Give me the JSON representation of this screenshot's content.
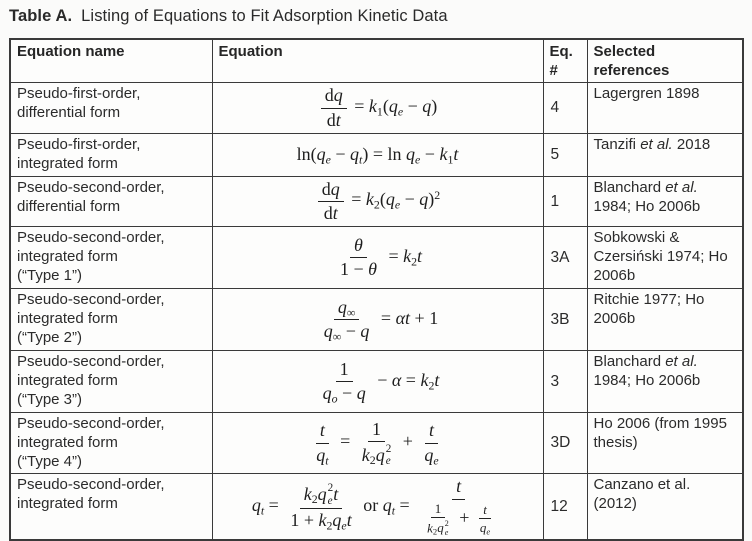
{
  "colors": {
    "text": "#2b2b2b",
    "border": "#3a3a3a",
    "background": "#fbfbfa"
  },
  "caption": {
    "label": "Table A.",
    "text": "Listing of Equations to Fit Adsorption Kinetic Data"
  },
  "table": {
    "headers": [
      [
        "Equation name"
      ],
      [
        "Equation"
      ],
      [
        "Eq.",
        "#"
      ],
      [
        "Selected",
        "references"
      ]
    ],
    "rows": [
      {
        "name_lines": [
          "Pseudo-first-order,",
          "differential form"
        ],
        "eq_num": "4",
        "references": [
          {
            "s": "Lagergren 1898"
          }
        ],
        "equation": [
          {
            "t": "frac",
            "n": [
              {
                "t": "r",
                "s": "d"
              },
              {
                "t": "i",
                "s": "q"
              }
            ],
            "d": [
              {
                "t": "r",
                "s": "d"
              },
              {
                "t": "i",
                "s": "t"
              }
            ]
          },
          {
            "t": "r",
            "s": " = "
          },
          {
            "t": "i",
            "s": "k"
          },
          {
            "t": "sub",
            "s": "1"
          },
          {
            "t": "r",
            "s": "("
          },
          {
            "t": "i",
            "s": "q"
          },
          {
            "t": "sub",
            "s": "e"
          },
          {
            "t": "r",
            "s": " − "
          },
          {
            "t": "i",
            "s": "q"
          },
          {
            "t": "r",
            "s": ")"
          }
        ]
      },
      {
        "name_lines": [
          "Pseudo-first-order,",
          "integrated form"
        ],
        "eq_num": "5",
        "references": [
          {
            "s": "Tanzifi "
          },
          {
            "s": "et al.",
            "i": true
          },
          {
            "s": " 2018"
          }
        ],
        "equation": [
          {
            "t": "r",
            "s": "ln("
          },
          {
            "t": "i",
            "s": "q"
          },
          {
            "t": "sub",
            "s": "e"
          },
          {
            "t": "r",
            "s": " − "
          },
          {
            "t": "i",
            "s": "q"
          },
          {
            "t": "sub",
            "s": "t"
          },
          {
            "t": "r",
            "s": ") = ln "
          },
          {
            "t": "i",
            "s": "q"
          },
          {
            "t": "sub",
            "s": "e"
          },
          {
            "t": "r",
            "s": " − "
          },
          {
            "t": "i",
            "s": "k"
          },
          {
            "t": "sub",
            "s": "1"
          },
          {
            "t": "i",
            "s": "t"
          }
        ]
      },
      {
        "name_lines": [
          "Pseudo-second-order,",
          "differential form"
        ],
        "eq_num": "1",
        "references": [
          {
            "s": "Blanchard "
          },
          {
            "s": "et al.",
            "i": true
          },
          {
            "s": " 1984; Ho 2006b"
          }
        ],
        "equation": [
          {
            "t": "frac",
            "n": [
              {
                "t": "r",
                "s": "d"
              },
              {
                "t": "i",
                "s": "q"
              }
            ],
            "d": [
              {
                "t": "r",
                "s": "d"
              },
              {
                "t": "i",
                "s": "t"
              }
            ]
          },
          {
            "t": "r",
            "s": " = "
          },
          {
            "t": "i",
            "s": "k"
          },
          {
            "t": "sub",
            "s": "2"
          },
          {
            "t": "r",
            "s": "("
          },
          {
            "t": "i",
            "s": "q"
          },
          {
            "t": "sub",
            "s": "e"
          },
          {
            "t": "r",
            "s": " − "
          },
          {
            "t": "i",
            "s": "q"
          },
          {
            "t": "r",
            "s": ")"
          },
          {
            "t": "sup",
            "s": "2"
          }
        ]
      },
      {
        "name_lines": [
          "Pseudo-second-order,",
          "integrated form",
          "(“Type 1”)"
        ],
        "eq_num": "3A",
        "references": [
          {
            "s": "Sobkowski & Czersiński 1974; Ho 2006b"
          }
        ],
        "equation": [
          {
            "t": "frac",
            "n": [
              {
                "t": "i",
                "s": "θ"
              }
            ],
            "d": [
              {
                "t": "r",
                "s": "1 − "
              },
              {
                "t": "i",
                "s": "θ"
              }
            ]
          },
          {
            "t": "r",
            "s": " = "
          },
          {
            "t": "i",
            "s": "k"
          },
          {
            "t": "sub",
            "s": "2"
          },
          {
            "t": "i",
            "s": "t"
          }
        ]
      },
      {
        "name_lines": [
          "Pseudo-second-order,",
          "integrated form",
          "(“Type 2”)"
        ],
        "eq_num": "3B",
        "references": [
          {
            "s": "Ritchie 1977; Ho 2006b"
          }
        ],
        "equation": [
          {
            "t": "frac",
            "n": [
              {
                "t": "i",
                "s": "q"
              },
              {
                "t": "sub",
                "s": "∞"
              }
            ],
            "d": [
              {
                "t": "i",
                "s": "q"
              },
              {
                "t": "sub",
                "s": "∞"
              },
              {
                "t": "r",
                "s": " − "
              },
              {
                "t": "i",
                "s": "q"
              }
            ]
          },
          {
            "t": "r",
            "s": " =  "
          },
          {
            "t": "i",
            "s": "α"
          },
          {
            "t": "i",
            "s": "t"
          },
          {
            "t": "r",
            "s": " + 1"
          }
        ]
      },
      {
        "name_lines": [
          "Pseudo-second-order,",
          "integrated form",
          "(“Type 3”)"
        ],
        "eq_num": "3",
        "references": [
          {
            "s": "Blanchard "
          },
          {
            "s": "et al.",
            "i": true
          },
          {
            "s": " 1984; Ho 2006b"
          }
        ],
        "equation": [
          {
            "t": "frac",
            "n": [
              {
                "t": "r",
                "s": "1"
              }
            ],
            "d": [
              {
                "t": "i",
                "s": "q"
              },
              {
                "t": "sub",
                "s": "o"
              },
              {
                "t": "r",
                "s": " − "
              },
              {
                "t": "i",
                "s": "q"
              }
            ]
          },
          {
            "t": "r",
            "s": " − "
          },
          {
            "t": "i",
            "s": "α"
          },
          {
            "t": "r",
            "s": " = "
          },
          {
            "t": "i",
            "s": "k"
          },
          {
            "t": "sub",
            "s": "2"
          },
          {
            "t": "i",
            "s": "t"
          }
        ]
      },
      {
        "name_lines": [
          "Pseudo-second-order,",
          "integrated form",
          "(“Type 4”)"
        ],
        "eq_num": "3D",
        "references": [
          {
            "s": "Ho 2006 (from 1995 thesis)"
          }
        ],
        "equation": [
          {
            "t": "frac",
            "n": [
              {
                "t": "i",
                "s": "t"
              }
            ],
            "d": [
              {
                "t": "i",
                "s": "q"
              },
              {
                "t": "sub",
                "s": "t"
              }
            ]
          },
          {
            "t": "r",
            "s": " = "
          },
          {
            "t": "frac",
            "n": [
              {
                "t": "r",
                "s": "1"
              }
            ],
            "d": [
              {
                "t": "i",
                "s": "k"
              },
              {
                "t": "sub",
                "s": "2"
              },
              {
                "t": "ss",
                "s": "q",
                "sub": "e",
                "sup": "2"
              }
            ]
          },
          {
            "t": "r",
            "s": " + "
          },
          {
            "t": "frac",
            "n": [
              {
                "t": "i",
                "s": "t"
              }
            ],
            "d": [
              {
                "t": "i",
                "s": "q"
              },
              {
                "t": "sub",
                "s": "e"
              }
            ]
          }
        ]
      },
      {
        "name_lines": [
          "Pseudo-second-order,",
          "integrated form"
        ],
        "eq_num": "12",
        "references": [
          {
            "s": "Canzano et al. (2012)"
          }
        ],
        "equation": [
          {
            "t": "i",
            "s": "q"
          },
          {
            "t": "sub",
            "s": "t"
          },
          {
            "t": "r",
            "s": " = "
          },
          {
            "t": "frac",
            "n": [
              {
                "t": "i",
                "s": "k"
              },
              {
                "t": "sub",
                "s": "2"
              },
              {
                "t": "ss",
                "s": "q",
                "sub": "e",
                "sup": "2"
              },
              {
                "t": "i",
                "s": "t"
              }
            ],
            "d": [
              {
                "t": "r",
                "s": "1 + "
              },
              {
                "t": "i",
                "s": "k"
              },
              {
                "t": "sub",
                "s": "2"
              },
              {
                "t": "i",
                "s": "q"
              },
              {
                "t": "sub",
                "s": "e"
              },
              {
                "t": "i",
                "s": "t"
              }
            ]
          },
          {
            "t": "r",
            "s": " or "
          },
          {
            "t": "i",
            "s": "q"
          },
          {
            "t": "sub",
            "s": "t"
          },
          {
            "t": "r",
            "s": " = "
          },
          {
            "t": "frac",
            "n": [
              {
                "t": "i",
                "s": "t"
              }
            ],
            "d": [
              {
                "t": "frac",
                "n": [
                  {
                    "t": "r",
                    "s": "1"
                  }
                ],
                "d": [
                  {
                    "t": "i",
                    "s": "k"
                  },
                  {
                    "t": "sub",
                    "s": "2"
                  },
                  {
                    "t": "ss",
                    "s": "q",
                    "sub": "e",
                    "sup": "2"
                  }
                ]
              },
              {
                "t": "r",
                "s": " + "
              },
              {
                "t": "frac",
                "n": [
                  {
                    "t": "i",
                    "s": "t"
                  }
                ],
                "d": [
                  {
                    "t": "i",
                    "s": "q"
                  },
                  {
                    "t": "sub",
                    "s": "e"
                  }
                ]
              }
            ]
          }
        ]
      }
    ]
  }
}
